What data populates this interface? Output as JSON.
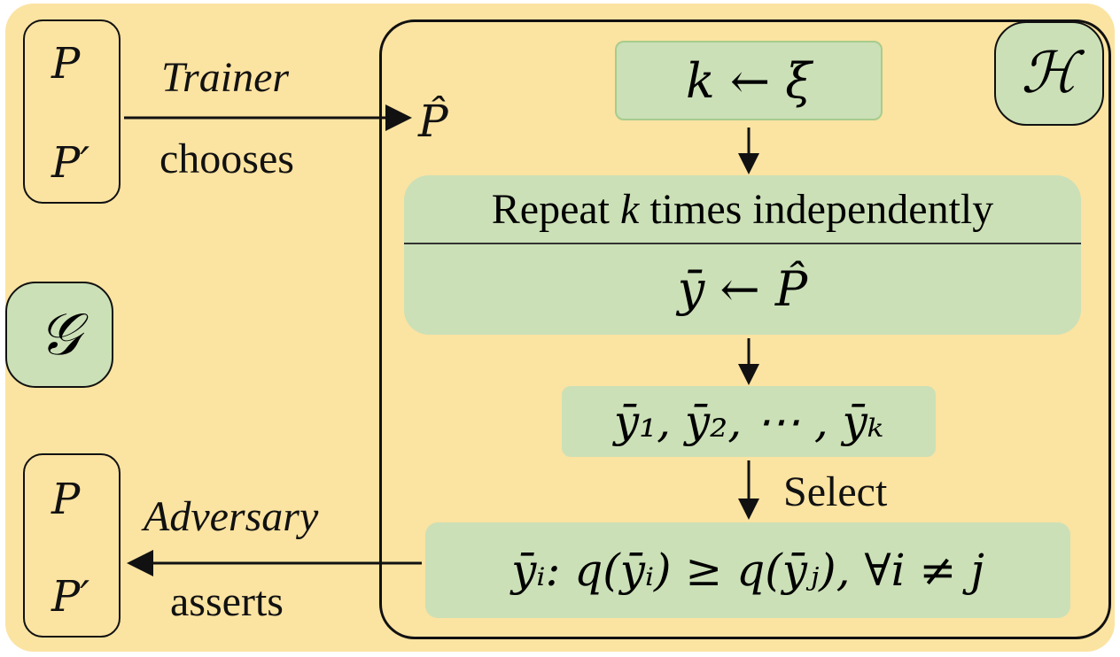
{
  "left_top": {
    "p": "P",
    "p_prime": "P′"
  },
  "left_bottom": {
    "p": "P",
    "p_prime": "P′"
  },
  "trainer": {
    "role": "Trainer",
    "verb": "chooses"
  },
  "adversary": {
    "role": "Adversary",
    "verb": "asserts"
  },
  "p_hat": "P̂",
  "game_symbol": "𝒢",
  "h_symbol": "ℋ",
  "k_box": {
    "text": "k ← ξ"
  },
  "repeat_box": {
    "header": "Repeat k times independently",
    "header_pre": "Repeat ",
    "header_var": "k",
    "header_post": " times independently",
    "body": "ȳ ← P̂"
  },
  "samples_box": {
    "text": "ȳ₁, ȳ₂, ⋯ , ȳₖ"
  },
  "select_label": "Select",
  "select_box": {
    "text": "ȳᵢ: q(ȳᵢ) ≥ q(ȳⱼ), ∀i ≠ j"
  },
  "colors": {
    "background": "#fbe3a1",
    "box_fill": "#cbe0b7",
    "stroke": "#111111"
  }
}
